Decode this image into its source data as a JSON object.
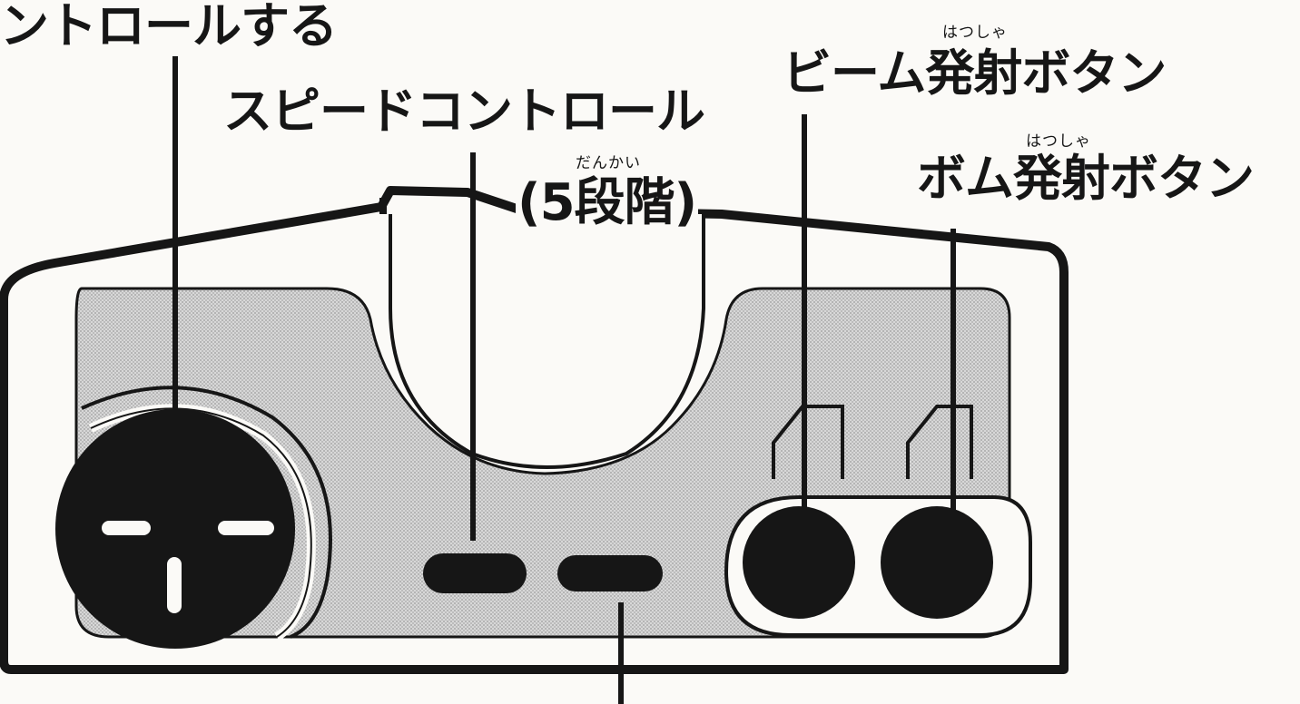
{
  "labels": {
    "direction_control": "ントロールする",
    "speed_control": "スピードコントロール",
    "speed_steps": "(5段階)",
    "speed_steps_ruby": "だんかい",
    "beam_button": "ビーム発射ボタン",
    "beam_ruby": "はつしゃ",
    "bomb_button": "ボム発射ボタン",
    "bomb_ruby": "はつしゃ"
  },
  "colors": {
    "ink": "#161616",
    "paper": "#fbfaf7",
    "shaded_panel": "#cfcfcf"
  }
}
